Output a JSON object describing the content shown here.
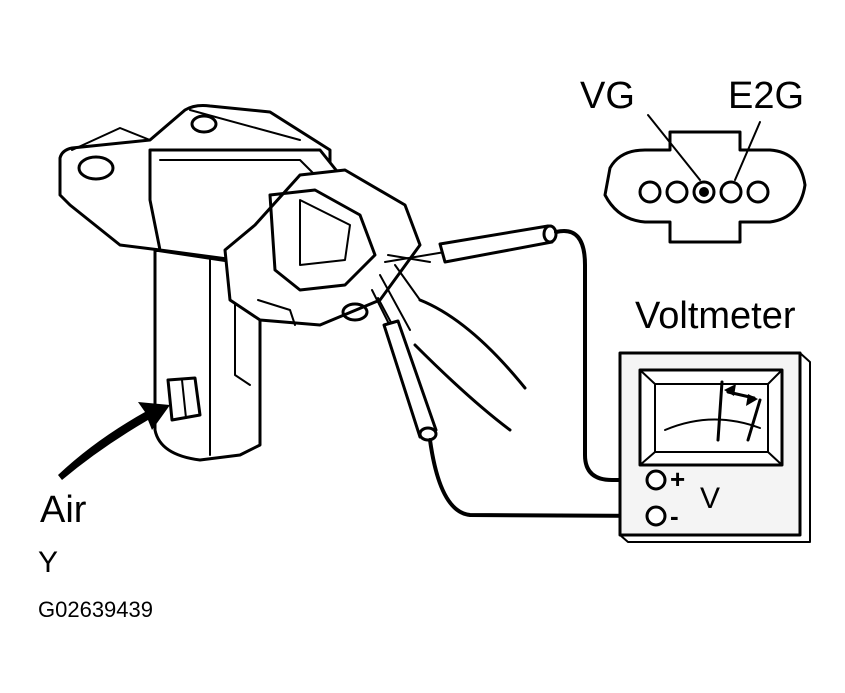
{
  "labels": {
    "vg": "VG",
    "e2g": "E2G",
    "voltmeter": "Voltmeter",
    "plus": "+",
    "minus": "-",
    "volt": "V",
    "air": "Air",
    "y": "Y",
    "figure_code": "G02639439"
  }
}
